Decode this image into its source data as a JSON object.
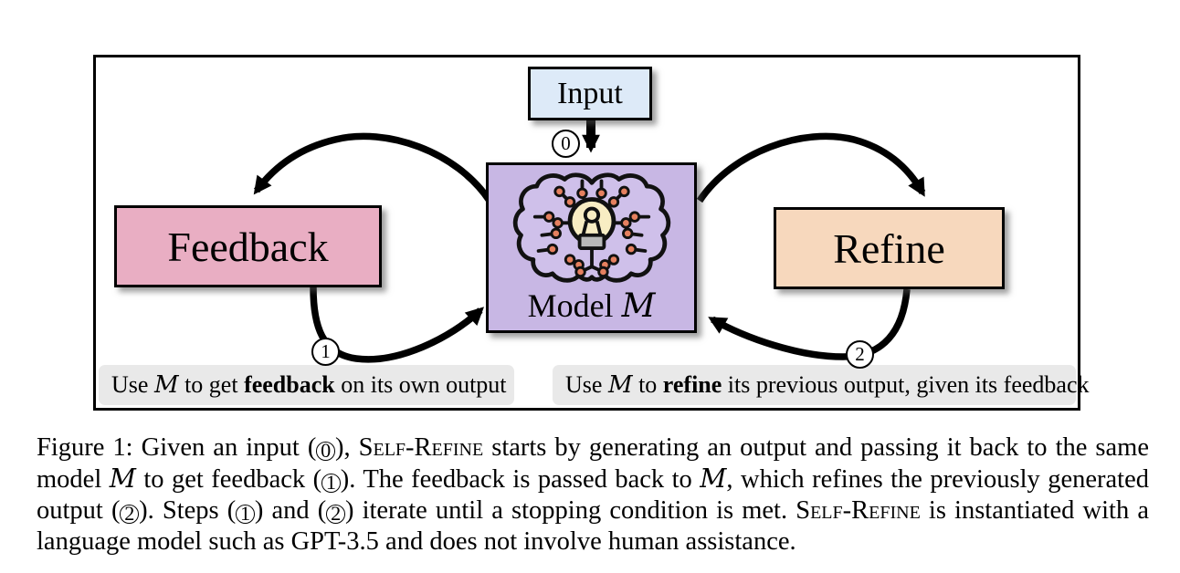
{
  "figure": {
    "input_label": "Input",
    "model_label_segments": [
      {
        "t": "text",
        "v": "Model "
      },
      {
        "t": "cal",
        "v": "M"
      }
    ],
    "feedback_label": "Feedback",
    "refine_label": "Refine",
    "step0": "0",
    "step1": "1",
    "step2": "2",
    "left_note_segments": [
      {
        "t": "text",
        "v": "Use "
      },
      {
        "t": "cal",
        "v": "M"
      },
      {
        "t": "text",
        "v": " to get "
      },
      {
        "t": "b",
        "v": "feedback"
      },
      {
        "t": "text",
        "v": " on its own output"
      }
    ],
    "right_note_segments": [
      {
        "t": "text",
        "v": "Use "
      },
      {
        "t": "cal",
        "v": "M"
      },
      {
        "t": "text",
        "v": " to "
      },
      {
        "t": "b",
        "v": "refine"
      },
      {
        "t": "text",
        "v": " its previous output, given its feedback"
      }
    ]
  },
  "caption": {
    "segments": [
      {
        "t": "text",
        "v": "Figure 1: Given an input ("
      },
      {
        "t": "circ",
        "v": "0"
      },
      {
        "t": "text",
        "v": "), "
      },
      {
        "t": "sc",
        "v": "Self-Refine"
      },
      {
        "t": "text",
        "v": " starts by generating an output and passing it back to the same model "
      },
      {
        "t": "cal",
        "v": "M"
      },
      {
        "t": "text",
        "v": " to get feedback ("
      },
      {
        "t": "circ",
        "v": "1"
      },
      {
        "t": "text",
        "v": "). The feedback is passed back to "
      },
      {
        "t": "cal",
        "v": "M"
      },
      {
        "t": "text",
        "v": ", which refines the previously generated output ("
      },
      {
        "t": "circ",
        "v": "2"
      },
      {
        "t": "text",
        "v": "). Steps ("
      },
      {
        "t": "circ",
        "v": "1"
      },
      {
        "t": "text",
        "v": ") and ("
      },
      {
        "t": "circ",
        "v": "2"
      },
      {
        "t": "text",
        "v": ") iterate until a stopping condition is met. "
      },
      {
        "t": "sc",
        "v": "Self-Refine"
      },
      {
        "t": "text",
        "v": " is instantiated with a language model such as GPT-3.5 and does not involve human assistance."
      }
    ]
  },
  "colors": {
    "input_box": "#ddeaf8",
    "model_box": "#c8b7e4",
    "feedback_box": "#e9aec3",
    "refine_box": "#f7d8bd",
    "note_bg": "#e9e9e9",
    "arrow": "#000000",
    "node_dot": "#e5805f",
    "bulb": "#f8edc3",
    "bulb_base": "#b9b9b9"
  }
}
